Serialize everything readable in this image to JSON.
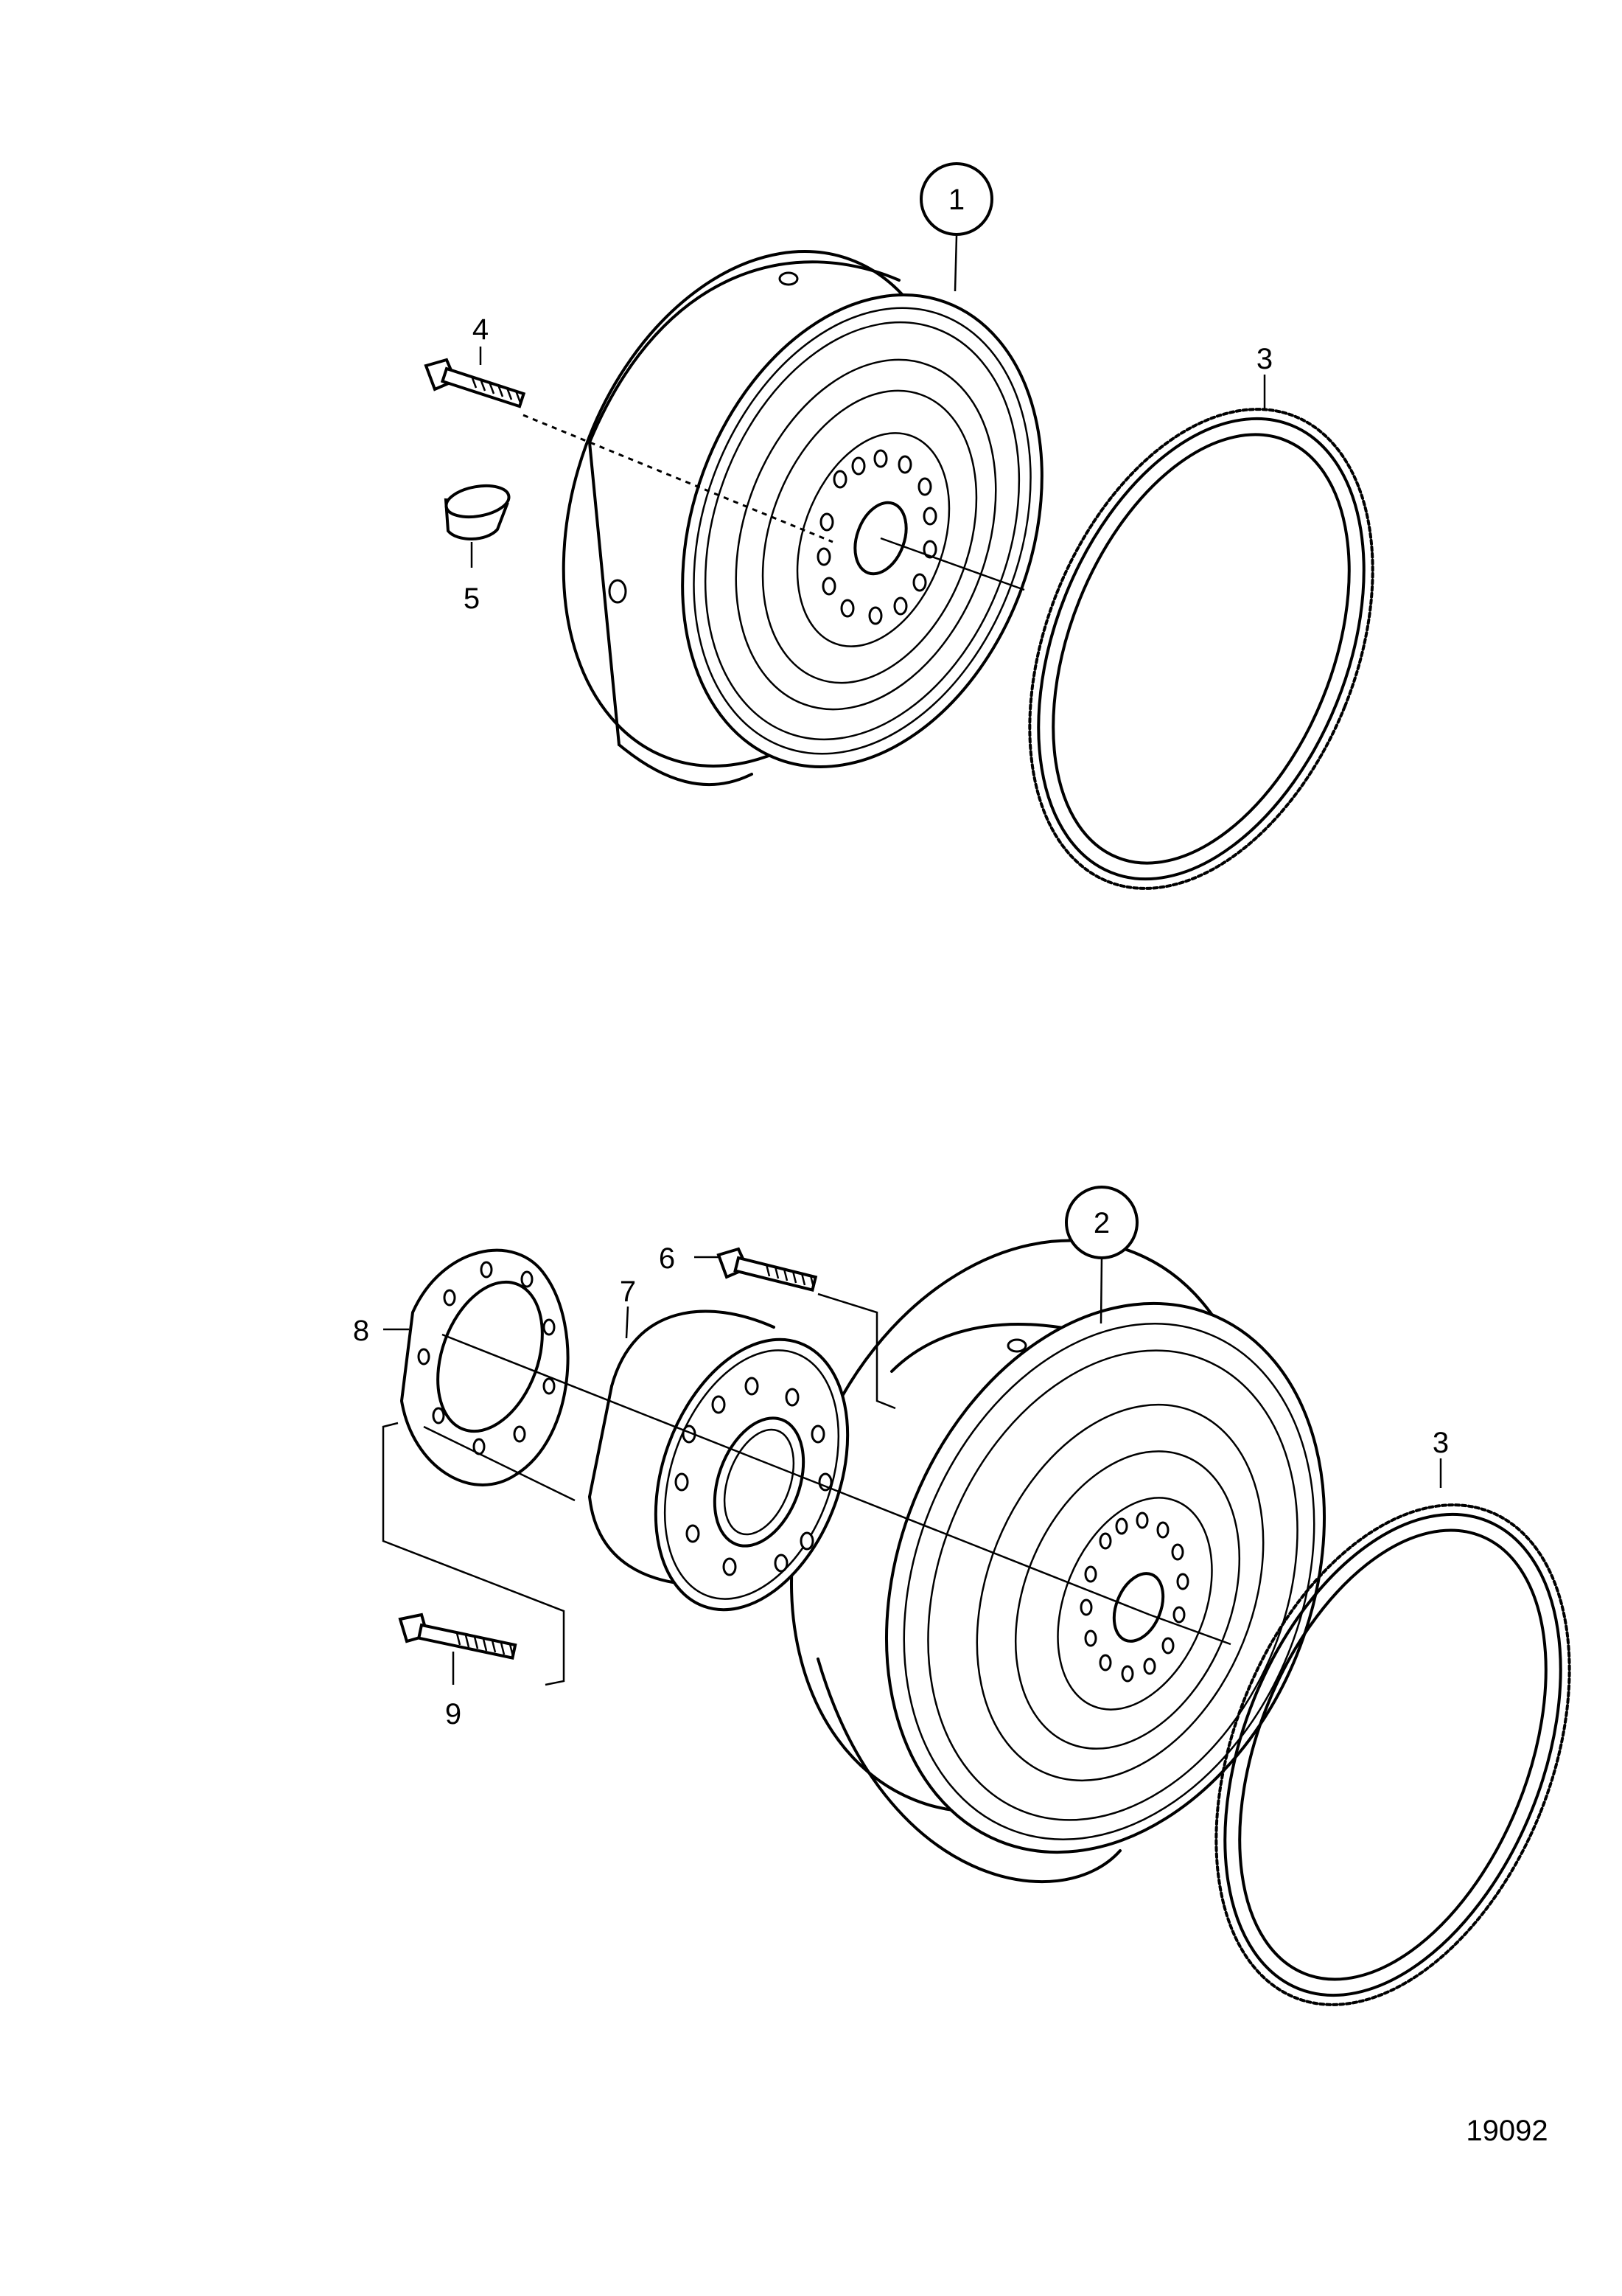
{
  "callouts": {
    "c1": "1",
    "c2": "2",
    "c3_top": "3",
    "c3_bottom": "3",
    "c4": "4",
    "c5": "5",
    "c6": "6",
    "c7": "7",
    "c8": "8",
    "c9": "9"
  },
  "drawing_number": "19092"
}
